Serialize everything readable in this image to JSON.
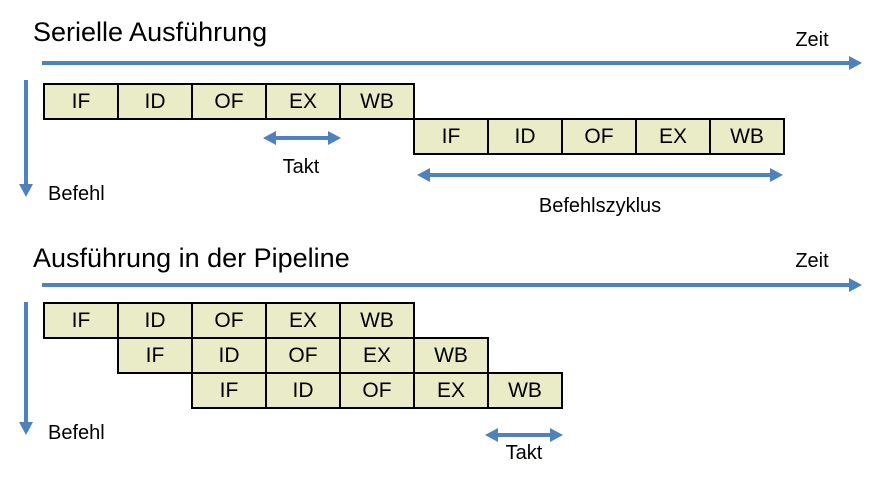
{
  "colors": {
    "box_fill": "#e9ecc6",
    "box_border": "#000000",
    "arrow": "#4f81bd",
    "text": "#000000"
  },
  "serial": {
    "title": "Serielle Ausführung",
    "time_label": "Zeit",
    "instruction_axis_label": "Befehl",
    "clock_label": "Takt",
    "cycle_label": "Befehlszyklus",
    "rows": [
      [
        "IF",
        "ID",
        "OF",
        "EX",
        "WB"
      ],
      [
        "IF",
        "ID",
        "OF",
        "EX",
        "WB"
      ]
    ]
  },
  "pipeline": {
    "title": "Ausführung in der Pipeline",
    "time_label": "Zeit",
    "instruction_axis_label": "Befehl",
    "clock_label": "Takt",
    "rows": [
      [
        "IF",
        "ID",
        "OF",
        "EX",
        "WB"
      ],
      [
        "IF",
        "ID",
        "OF",
        "EX",
        "WB"
      ],
      [
        "IF",
        "ID",
        "OF",
        "EX",
        "WB"
      ]
    ]
  }
}
